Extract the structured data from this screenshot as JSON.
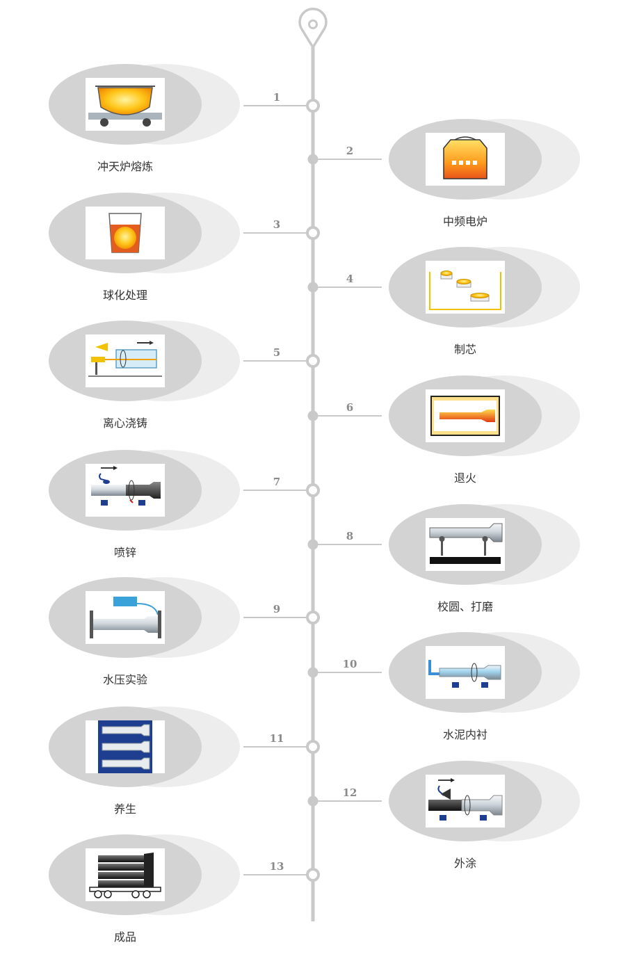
{
  "colors": {
    "timeline": "#c9c9c9",
    "node_fill": "#ffffff",
    "ellipse_dark": "#d3d3d3",
    "ellipse_light": "#ededed",
    "molten": "#ffc107",
    "navy": "#1e3f8f",
    "pipe": "#cfd6dc"
  },
  "steps": [
    {
      "number": "1",
      "label": "冲天炉熔炼",
      "side": "left",
      "icon": "cupola-ladle-icon"
    },
    {
      "number": "2",
      "label": "中频电炉",
      "side": "right",
      "icon": "induction-furnace-icon"
    },
    {
      "number": "3",
      "label": "球化处理",
      "side": "left",
      "icon": "nodularizing-cup-icon"
    },
    {
      "number": "4",
      "label": "制芯",
      "side": "right",
      "icon": "core-making-icon"
    },
    {
      "number": "5",
      "label": "离心浇铸",
      "side": "left",
      "icon": "centrifugal-casting-icon"
    },
    {
      "number": "6",
      "label": "退火",
      "side": "right",
      "icon": "annealing-furnace-icon"
    },
    {
      "number": "7",
      "label": "喷锌",
      "side": "left",
      "icon": "zinc-spray-icon"
    },
    {
      "number": "8",
      "label": "校圆、打磨",
      "side": "right",
      "icon": "rounding-grinding-icon"
    },
    {
      "number": "9",
      "label": "水压实验",
      "side": "left",
      "icon": "hydrostatic-test-icon"
    },
    {
      "number": "10",
      "label": "水泥内衬",
      "side": "right",
      "icon": "cement-lining-icon"
    },
    {
      "number": "11",
      "label": "养生",
      "side": "left",
      "icon": "curing-rack-icon"
    },
    {
      "number": "12",
      "label": "外涂",
      "side": "right",
      "icon": "outer-coating-icon"
    },
    {
      "number": "13",
      "label": "成品",
      "side": "left",
      "icon": "finished-pipes-icon"
    }
  ]
}
